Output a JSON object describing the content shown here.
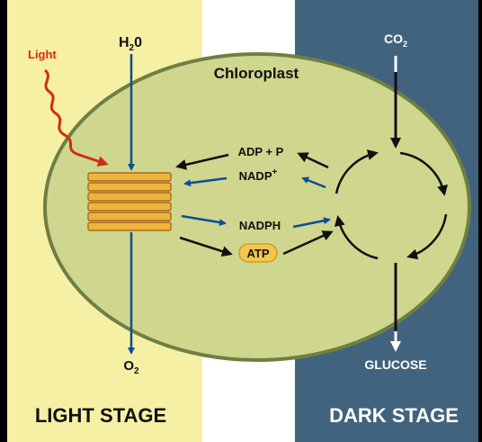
{
  "title": "Chloroplast",
  "inputs": {
    "light": "Light",
    "water": "H",
    "water_sub": "2",
    "water_tail": "0",
    "co2": "CO",
    "co2_sub": "2"
  },
  "outputs": {
    "oxygen": "O",
    "oxygen_sub": "2",
    "glucose": "GLUCOSE"
  },
  "molecules": {
    "adp": "ADP + P",
    "nadp": "NADP",
    "nadp_sup": "+",
    "nadph": "NADPH",
    "atp": "ATP"
  },
  "stages": {
    "light": "LIGHT STAGE",
    "dark": "DARK STAGE"
  },
  "colors": {
    "light_panel": "#f6f0a4",
    "dark_panel": "#41637e",
    "chloroplast_fill": "#cfd68e",
    "chloroplast_stroke": "#6f7f43",
    "thylakoid": "#f0b33b",
    "light_arrow": "#d42c0f",
    "flow_arrow": "#0f4c9a",
    "cycle_arrow": "#111111",
    "atp_badge": "#f4c64c"
  }
}
